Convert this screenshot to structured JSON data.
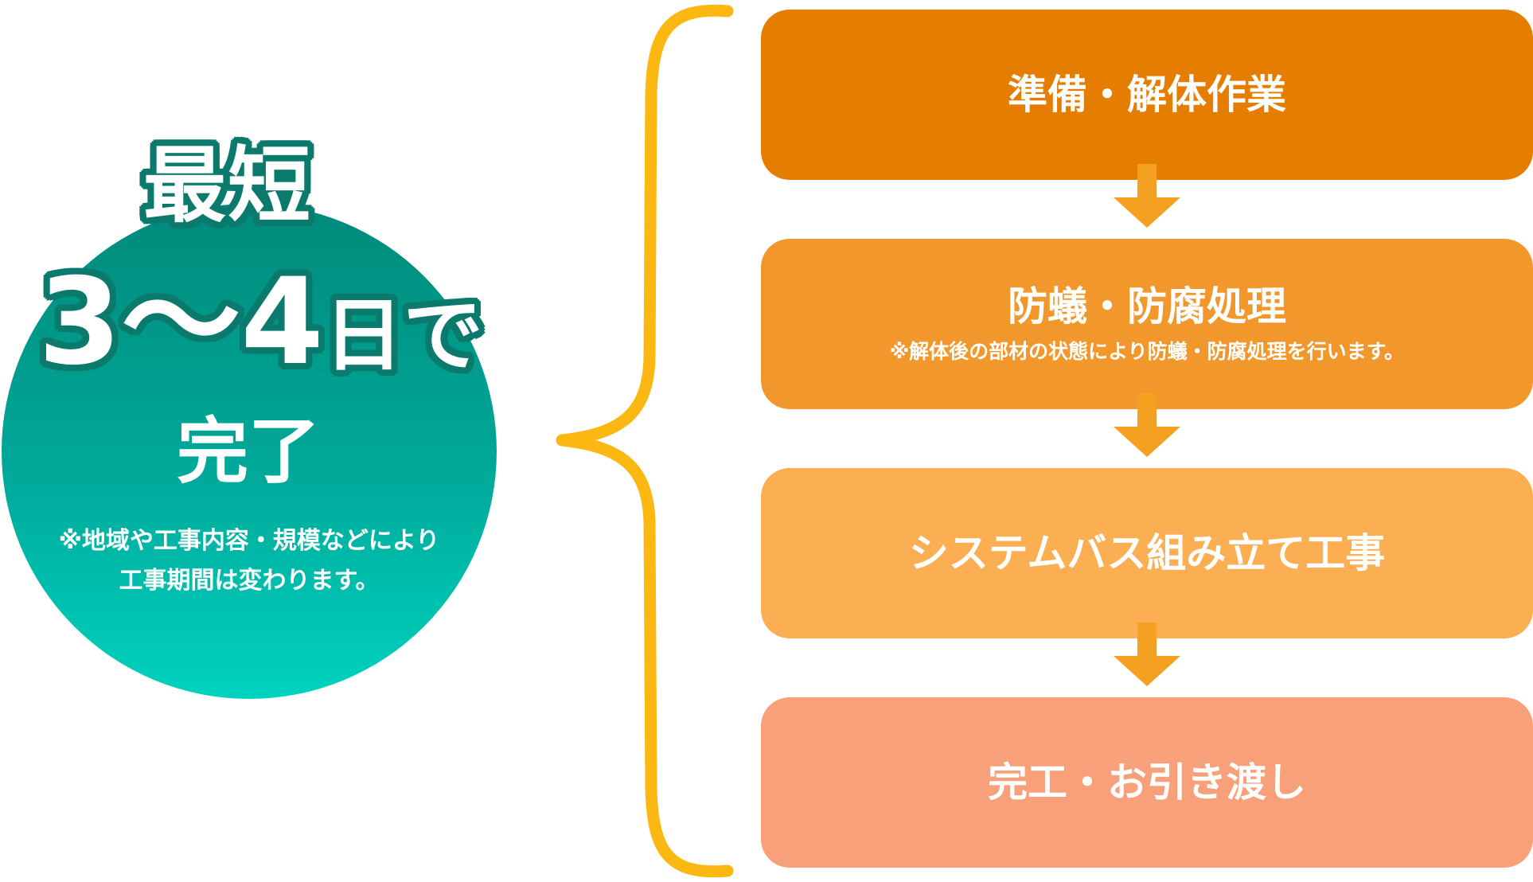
{
  "headline": {
    "line1": "最短",
    "range": "3〜4",
    "unit": "日で",
    "line3": "完了"
  },
  "circle_note": {
    "line1": "※地域や工事内容・規模などにより",
    "line2": "工事期間は変わります。"
  },
  "steps": [
    {
      "title": "準備・解体作業",
      "note": "",
      "color": "#e57e00"
    },
    {
      "title": "防蟻・防腐処理",
      "note": "※解体後の部材の状態により防蟻・防腐処理を行います。",
      "color": "#f2972b"
    },
    {
      "title": "システムバス組み立て工事",
      "note": "",
      "color": "#fbae52"
    },
    {
      "title": "完工・お引き渡し",
      "note": "",
      "color": "#f8a07a"
    }
  ],
  "colors": {
    "brace": "#fbb812",
    "arrow": "#f5a020",
    "circle_top": "#008a7a",
    "circle_bottom": "#00d2bf",
    "headline_outline": "#0b7a6c"
  }
}
